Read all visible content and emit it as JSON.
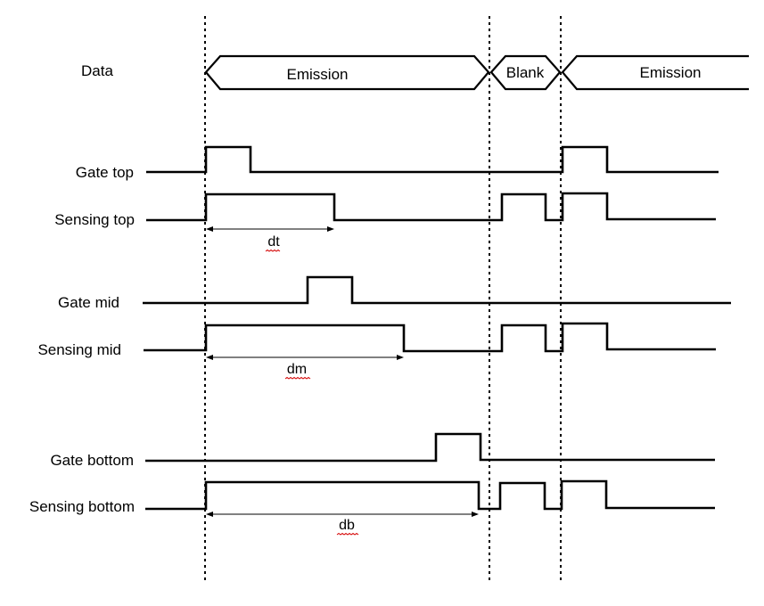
{
  "data_row": {
    "label": "Data",
    "segments": [
      "Emission",
      "Blank",
      "Emission"
    ]
  },
  "signals": {
    "gate_top": "Gate top",
    "sensing_top": "Sensing top",
    "gate_mid": "Gate mid",
    "sensing_mid": "Sensing mid",
    "gate_bottom": "Gate bottom",
    "sensing_bottom": "Sensing bottom"
  },
  "delays": {
    "top": "dt",
    "mid": "dm",
    "bottom": "db"
  }
}
